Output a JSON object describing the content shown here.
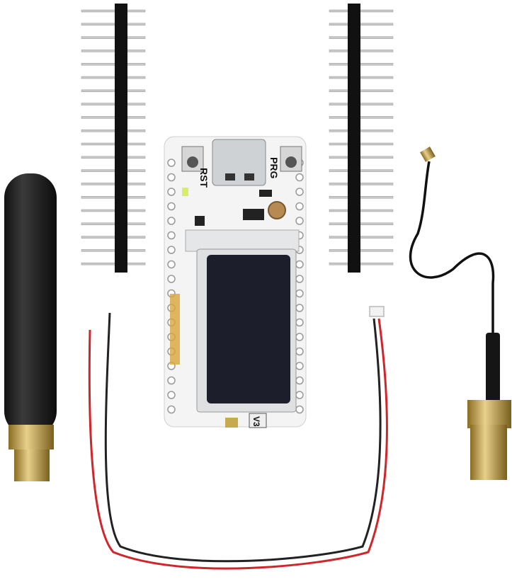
{
  "board": {
    "rst_label": "RST",
    "prg_label": "PRG",
    "version_label": "V3"
  },
  "colors": {
    "pcb": "#f4f4f4",
    "header": "#111111",
    "gold": "#c9a94e",
    "screen": "#1c1e2c",
    "red_wire": "#d0262b"
  }
}
